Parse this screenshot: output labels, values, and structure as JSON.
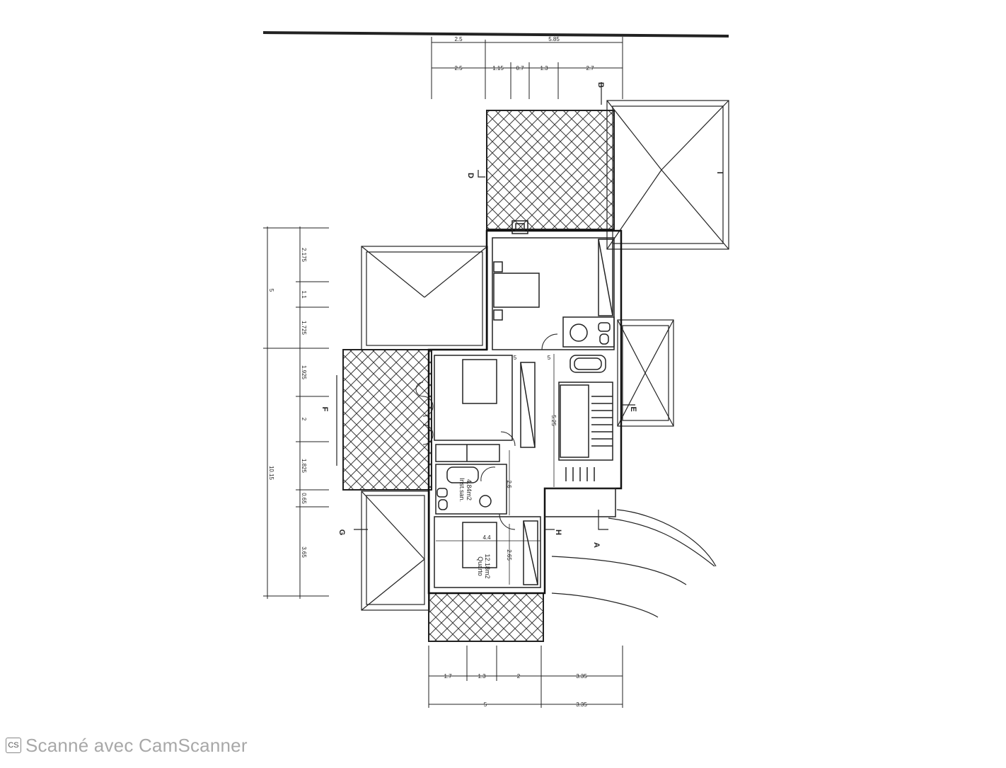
{
  "plan": {
    "top_horizontal_dims": {
      "total": [
        "2.5",
        "5.85"
      ],
      "segments": [
        "2.5",
        "1.15",
        "0.7",
        "1.3",
        "2.7"
      ]
    },
    "left_vertical_dims": {
      "total": [
        "5",
        "10.15"
      ],
      "segments": [
        "2.175",
        "1.1",
        "1.725",
        "1.925",
        "2",
        "1.825",
        "0.65",
        "3.65"
      ]
    },
    "bottom_horizontal_dims": {
      "segments": [
        "1.7",
        "1.3",
        "2",
        "3.35"
      ],
      "total": [
        "5",
        "3.35"
      ]
    },
    "section_markers": [
      "B",
      "D",
      "I",
      "F",
      "E",
      "G",
      "H",
      "A"
    ],
    "interior_dims": [
      "5.25",
      "2.6",
      "2.65",
      "4.4",
      "5",
      "5"
    ],
    "rooms": [
      {
        "name": "Inst.san.",
        "area": "4.84m2"
      },
      {
        "name": "Quarto",
        "area": "12.18m2"
      }
    ]
  },
  "footer": {
    "badge": "CS",
    "text": "Scanné avec CamScanner"
  },
  "colors": {
    "ink": "#222222",
    "hatch": "#3a3a3a",
    "footer": "#a8a8a8"
  }
}
